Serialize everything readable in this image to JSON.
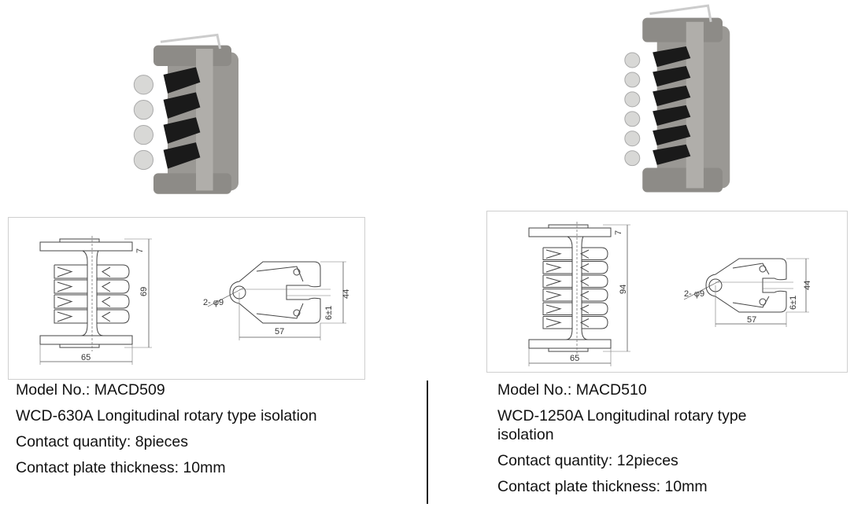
{
  "products": [
    {
      "model": "Model No.: MACD509",
      "description": "WCD-630A Longitudinal rotary type isolation",
      "contact_quantity": "Contact quantity: 8pieces",
      "plate_thickness": "Contact plate thickness: 10mm",
      "drawing": {
        "width": "65",
        "height": "69",
        "flange": "7",
        "hole": "2- φ9",
        "length": "57",
        "opening": "44",
        "gap": "6±1"
      }
    },
    {
      "model": "Model No.: MACD510",
      "description": "WCD-1250A Longitudinal rotary type isolation",
      "contact_quantity": "Contact quantity: 12pieces",
      "plate_thickness": "Contact plate thickness: 10mm",
      "drawing": {
        "width": "65",
        "height": "94",
        "flange": "7",
        "hole": "2- φ9",
        "length": "57",
        "opening": "44",
        "gap": "6±1"
      }
    }
  ]
}
